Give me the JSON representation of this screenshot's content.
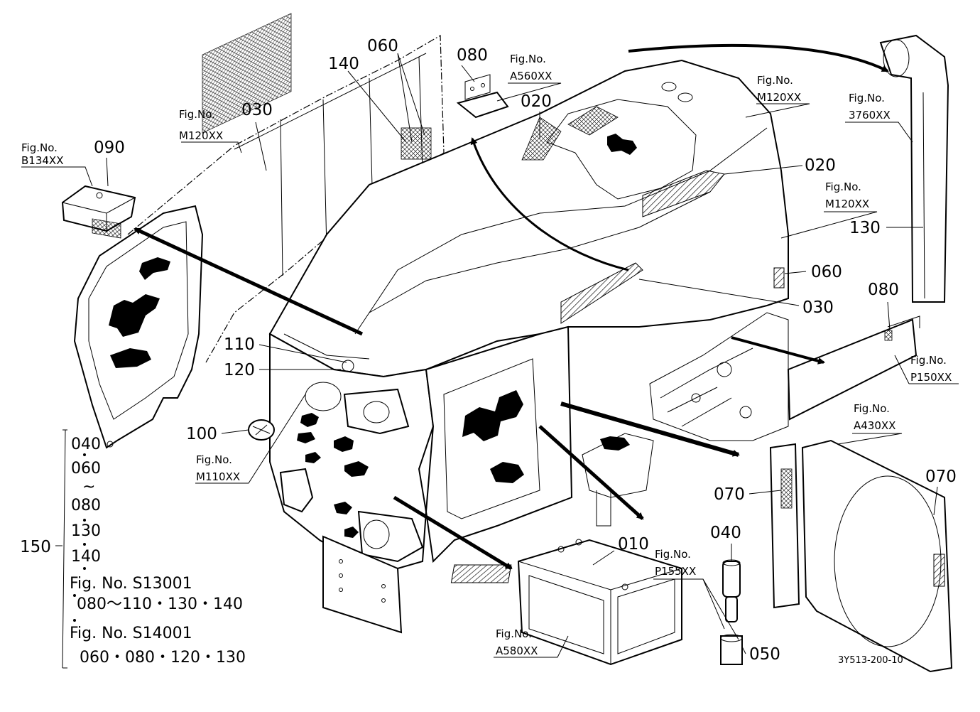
{
  "drawing_code": "3Y513-200-10",
  "parts": {
    "p010": "010",
    "p020a": "020",
    "p020b": "020",
    "p030a": "030",
    "p030b": "030",
    "p040": "040",
    "p050": "050",
    "p060a": "060",
    "p060b": "060",
    "p070a": "070",
    "p070b": "070",
    "p080a": "080",
    "p080b": "080",
    "p090": "090",
    "p100": "100",
    "p110": "110",
    "p120": "120",
    "p130": "130",
    "p140": "140",
    "p150": "150"
  },
  "fig_refs": {
    "fig_prefix": "Fig.No.",
    "b134": "B134XX",
    "m120_left": "M120XX",
    "a560": "A560XX",
    "m120_top": "M120XX",
    "m120_right": "M120XX",
    "r3760": "3760XX",
    "p150": "P150XX",
    "a430": "A430XX",
    "m110": "M110XX",
    "p155": "P155XX",
    "a580": "A580XX"
  },
  "set_note": {
    "lines": [
      "040",
      "060",
      "~",
      "080",
      "130",
      "140"
    ],
    "s13001_ref": "Fig. No. S13001",
    "s13001_parts": "080～110・130・140",
    "s14001_ref": "Fig. No. S14001",
    "s14001_parts": "060・080・120・130"
  }
}
